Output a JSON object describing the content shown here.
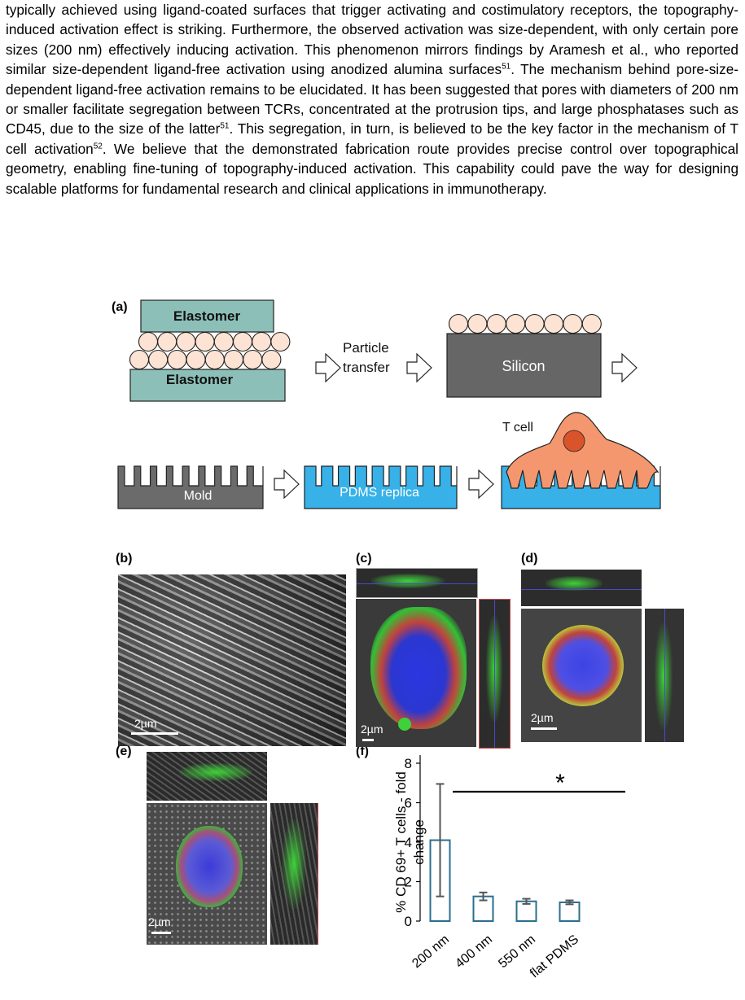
{
  "paragraph": {
    "segments": [
      {
        "t": "typically achieved using ligand-coated surfaces that trigger activating and costimulatory receptors, the topography-induced activation effect is striking. Furthermore, the observed activation was size-dependent, with only certain pore sizes (200 nm) effectively inducing activation. This phenomenon mirrors findings by Aramesh et al., who reported similar size-dependent ligand-free activation using anodized alumina surfaces"
      },
      {
        "sup": "51"
      },
      {
        "t": ". The mechanism behind pore-size-dependent ligand-free activation remains to be elucidated. It has been suggested that pores with diameters of 200 nm or smaller facilitate segregation between TCRs, concentrated at the protrusion tips, and large phosphatases such as CD45, due to the size of the latter"
      },
      {
        "sup": "51"
      },
      {
        "t": ". This segregation, in turn, is believed to be the key factor in the mechanism of T cell activation"
      },
      {
        "sup": "52"
      },
      {
        "t": ". We believe that the demonstrated fabrication route provides precise control over topographical geometry, enabling fine-tuning of topography-induced activation. This capability could pave the way for designing scalable platforms for fundamental research and clinical applications in immunotherapy."
      }
    ]
  },
  "figure": {
    "labels": {
      "a": "(a)",
      "b": "(b)",
      "c": "(c)",
      "d": "(d)",
      "e": "(e)",
      "f": "(f)"
    },
    "schematic": {
      "elastomer_top": "Elastomer",
      "elastomer_bottom": "Elastomer",
      "particle_transfer_line1": "Particle",
      "particle_transfer_line2": "transfer",
      "silicon": "Silicon",
      "mold": "Mold",
      "pdms_replica": "PDMS replica",
      "t_cell": "T cell"
    },
    "scale_bars": {
      "b": "2µm",
      "c": "2µm",
      "d": "2µm",
      "e": "2µm"
    },
    "colors": {
      "elastomer": "#8cbfb7",
      "particle": "#fde3d3",
      "silicon": "#666666",
      "mold": "#6b6b6b",
      "pdms": "#37b1e8",
      "tcell": "#f4976f",
      "nucleus": "#d9532b",
      "bar_outline": "#2a6f8f"
    }
  },
  "chart_data": {
    "type": "bar",
    "categories": [
      "200 nm",
      "400 nm",
      "550 nm",
      "flat PDMS"
    ],
    "values": [
      4.1,
      1.25,
      1.0,
      0.95
    ],
    "errors": [
      2.85,
      0.2,
      0.13,
      0.1
    ],
    "ylabel": "% CD 69+ T cells - fold change",
    "ylim": [
      0,
      8
    ],
    "yticks": [
      0,
      2,
      4,
      6,
      8
    ],
    "significance": "*"
  }
}
